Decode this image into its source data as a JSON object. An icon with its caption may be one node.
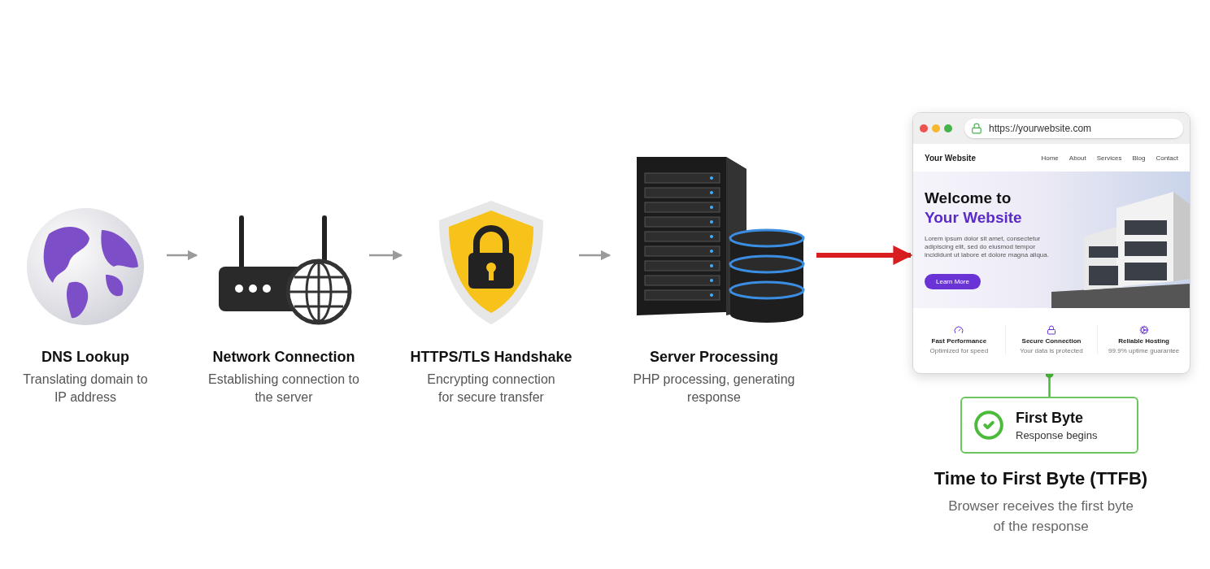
{
  "diagram": {
    "nodes": [
      {
        "text": [
          "DNS Lookup",
          "Translating domain to IP address"
        ]
      },
      {
        "text": [
          "Network Connection",
          "Establishing connection to the server"
        ]
      },
      {
        "text": [
          "HTTPS/TLS Handshake",
          "Encrypting connection for secure transfer"
        ]
      },
      {
        "text": [
          "Server Processing",
          "PHP processing, generating response"
        ]
      },
      {
        "text": [
          "https://yourwebsite.com",
          "Your Website",
          "Home",
          "About",
          "Services",
          "Blog",
          "Contact",
          "Welcome to",
          "Your Website",
          "Lorem ipsum dolor sit amet, consectetur adipiscing elit, sed do eiusmod tempor incididunt ut labore et dolore magna aliqua.",
          "Learn More",
          "Fast Performance",
          "Optimized for speed",
          "Secure Connection",
          "Your data is protected",
          "Reliable Hosting",
          "99.9% uptime guarantee"
        ]
      },
      {
        "text": [
          "First Byte",
          "Response begins"
        ],
        "beside": [
          "Time to First Byte (TTFB)",
          "Browser receives the first byte of the response"
        ]
      }
    ],
    "edges": [
      {
        "from": 0,
        "to": 1,
        "arrow": "to"
      },
      {
        "from": 1,
        "to": 2,
        "arrow": "to"
      },
      {
        "from": 2,
        "to": 3,
        "arrow": "to"
      },
      {
        "from": 3,
        "to": 4,
        "arrow": "to",
        "style": "thick",
        "color": "#d81e1e"
      },
      {
        "from": 4,
        "to": 5,
        "arrow": "other",
        "color": "#4cbb3c"
      }
    ]
  }
}
